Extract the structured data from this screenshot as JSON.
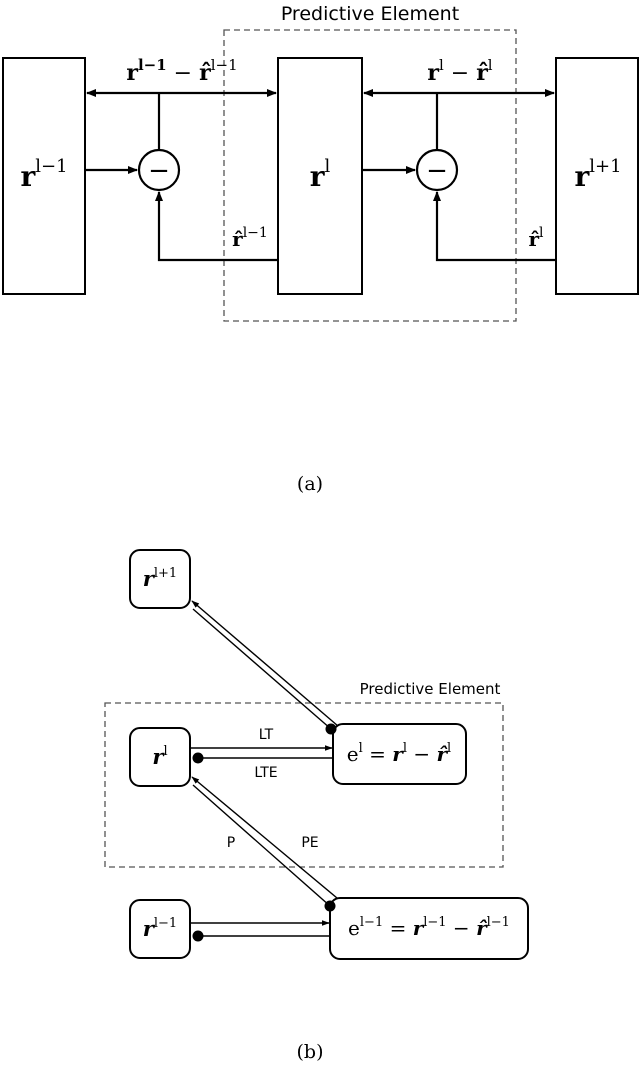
{
  "panel_a": {
    "caption": "(a)",
    "group_label": "Predictive Element",
    "box_left": {
      "base": "r",
      "sup": "l−1"
    },
    "box_mid": {
      "base": "r",
      "sup": "l"
    },
    "box_right": {
      "base": "r",
      "sup": "l+1"
    },
    "minus_symbol": "−",
    "err_left": {
      "a": "r",
      "a_sup": "l−1",
      "op": " − ",
      "b": "r̂",
      "b_sup": "l−1"
    },
    "err_right": {
      "a": "r",
      "a_sup": "l",
      "op": " − ",
      "b": "r̂",
      "b_sup": "l"
    },
    "pred_left": {
      "base": "r̂",
      "sup": "l−1"
    },
    "pred_right": {
      "base": "r̂",
      "sup": "l"
    }
  },
  "panel_b": {
    "caption": "(b)",
    "group_label": "Predictive Element",
    "node_top": {
      "base": "r",
      "sup": "l+1"
    },
    "node_mid": {
      "base": "r",
      "sup": "l"
    },
    "node_bot": {
      "base": "r",
      "sup": "l−1"
    },
    "err_mid": {
      "e": "e",
      "e_sup": "l",
      "eq": " = ",
      "a": "r",
      "a_sup": "l",
      "op": " − ",
      "b": "r̂",
      "b_sup": "l"
    },
    "err_bot": {
      "e": "e",
      "e_sup": "l−1",
      "eq": " = ",
      "a": "r",
      "a_sup": "l−1",
      "op": " − ",
      "b": "r̂",
      "b_sup": "l−1"
    },
    "edge_lt": "LT",
    "edge_lte": "LTE",
    "edge_p": "P",
    "edge_pe": "PE"
  }
}
